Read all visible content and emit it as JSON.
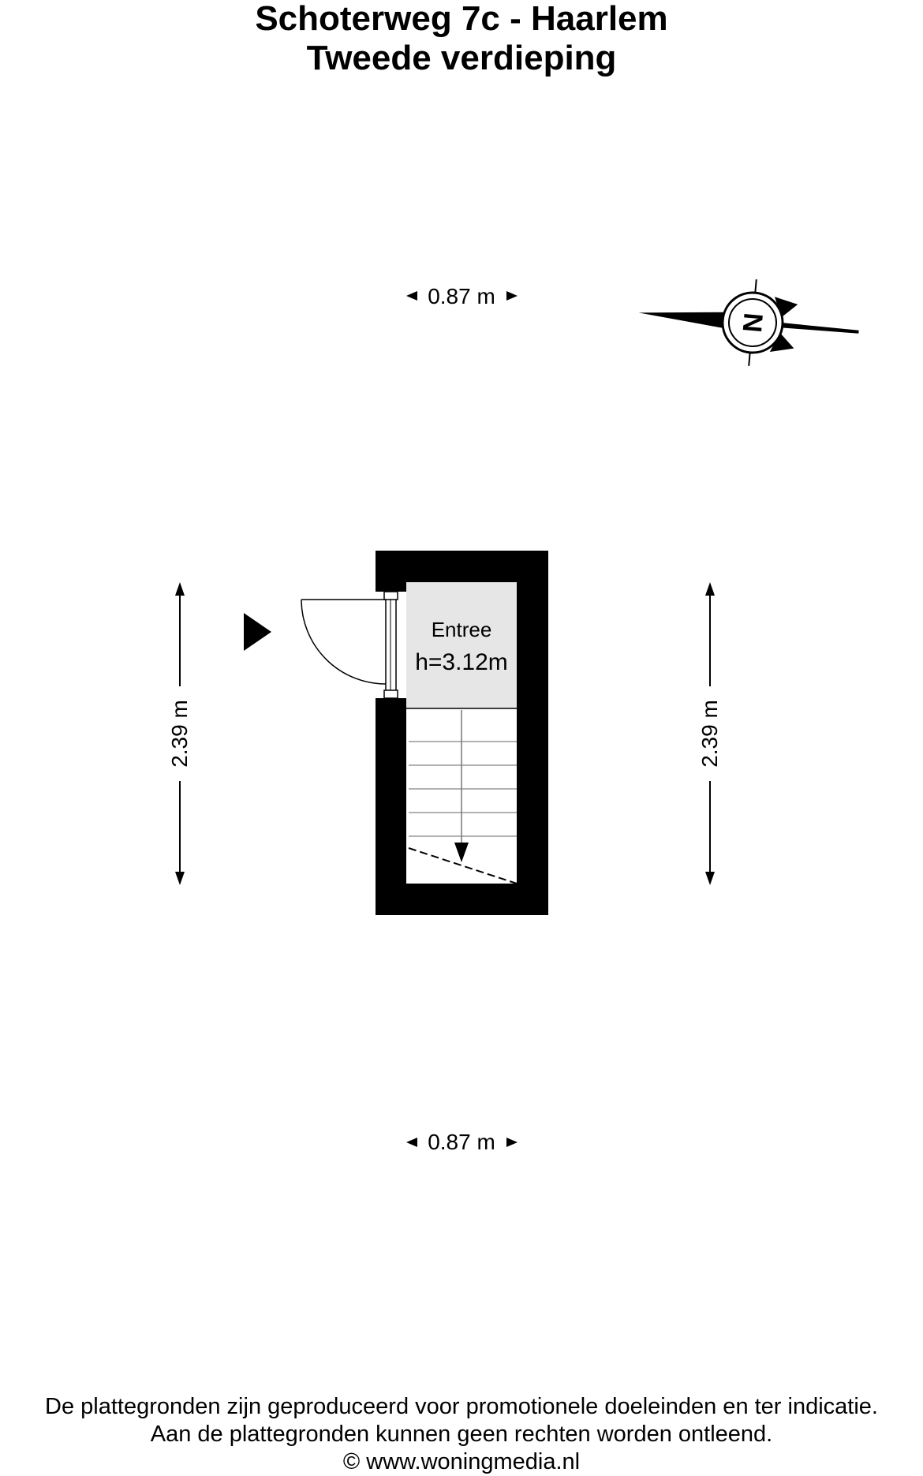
{
  "header": {
    "title_line_1": "Schoterweg 7c - Haarlem",
    "title_line_2": "Tweede verdieping"
  },
  "dimensions": {
    "top_width": "0.87 m",
    "bottom_width": "0.87 m",
    "left_height": "2.39 m",
    "right_height": "2.39 m"
  },
  "room": {
    "name": "Entree",
    "height_label": "h=3.12m"
  },
  "compass": {
    "label": "N",
    "icon": "compass-rose-icon"
  },
  "footer": {
    "disclaimer_line_1": "De plattegronden zijn geproduceerd voor promotionele doeleinden en ter indicatie.",
    "disclaimer_line_2": "Aan de plattegronden kunnen geen rechten worden ontleend.",
    "copyright": "© www.woningmedia.nl"
  },
  "colors": {
    "wall": "#000000",
    "room_fill": "#e6e6e6",
    "background": "#ffffff"
  }
}
